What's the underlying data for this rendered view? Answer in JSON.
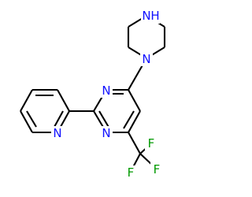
{
  "molecule": {
    "atom_labels": {
      "pip_nh": "N",
      "pip_h": "H",
      "pip_n": "N",
      "pym_n3": "N",
      "pym_n1": "N",
      "py_n": "N",
      "f_top": "F",
      "f_left": "F",
      "f_right": "F"
    },
    "colors": {
      "bond": "#000000",
      "nitrogen": "#1010ff",
      "fluorine": "#009900"
    }
  }
}
